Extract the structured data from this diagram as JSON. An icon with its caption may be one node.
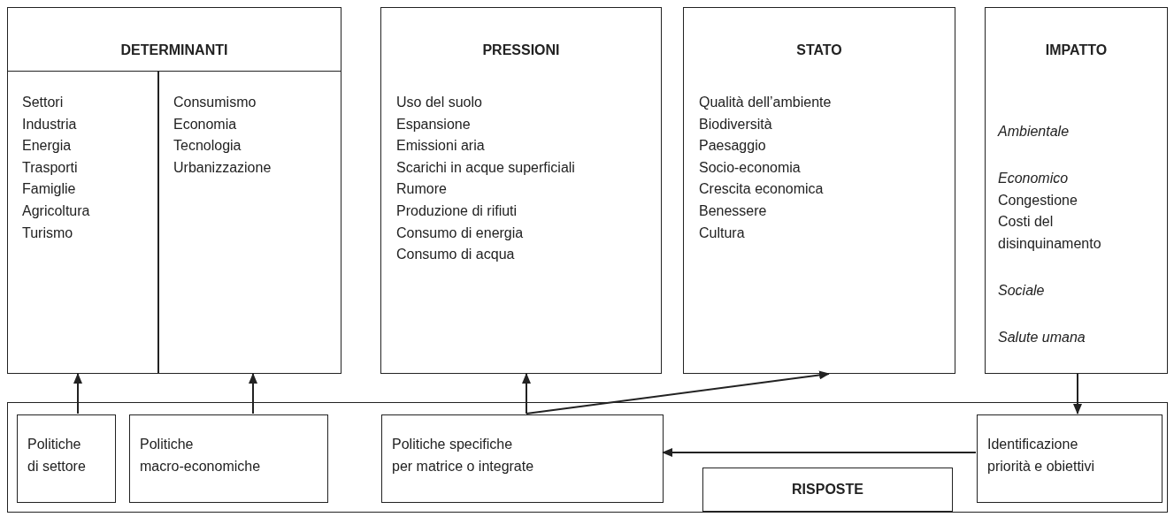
{
  "diagram": {
    "nodes": [
      {
        "text": [
          "DETERMINANTI",
          "Settori",
          "Industria",
          "Energia",
          "Trasporti",
          "Famiglie",
          "Agricoltura",
          "Turismo",
          "Consumismo",
          "Economia",
          "Tecnologia",
          "Urbanizzazione"
        ]
      },
      {
        "text": [
          "PRESSIONI",
          "Uso del suolo",
          "Espansione",
          "Emissioni aria",
          "Scarichi in acque superficiali",
          "Rumore",
          "Produzione di rifiuti",
          "Consumo di energia",
          "Consumo di acqua"
        ]
      },
      {
        "text": [
          "STATO",
          "Qualità dell’ambiente",
          "Biodiversità",
          "Paesaggio",
          "Socio-economia",
          "Crescita economica",
          "Benessere",
          "Cultura"
        ]
      },
      {
        "text": [
          "IMPATTO",
          "Ambientale",
          "Economico",
          "Congestione",
          "Costi del disinquinamento",
          "Sociale",
          "Salute umana"
        ]
      },
      {
        "text": [],
        "shape": "box"
      },
      {
        "text": [
          "Politiche di settore"
        ],
        "in": 4
      },
      {
        "text": [
          "Politiche macro-economiche"
        ],
        "in": 4
      },
      {
        "text": [
          "Politiche specifiche per matrice o integrate"
        ],
        "in": 4
      },
      {
        "text": [
          "Identificazione priorità e obiettivi"
        ],
        "in": 4
      },
      {
        "text": [
          "RISPOSTE"
        ],
        "in": 4
      }
    ],
    "edges": [
      {
        "from": 5,
        "to": 0,
        "arrow": "to"
      },
      {
        "from": 6,
        "to": 0,
        "arrow": "to"
      },
      {
        "from": 7,
        "to": 1,
        "arrow": "to"
      },
      {
        "from": 7,
        "to": 2,
        "arrow": "to"
      },
      {
        "from": 3,
        "to": 8,
        "arrow": "to"
      },
      {
        "from": 8,
        "to": 7,
        "arrow": "to"
      }
    ]
  }
}
